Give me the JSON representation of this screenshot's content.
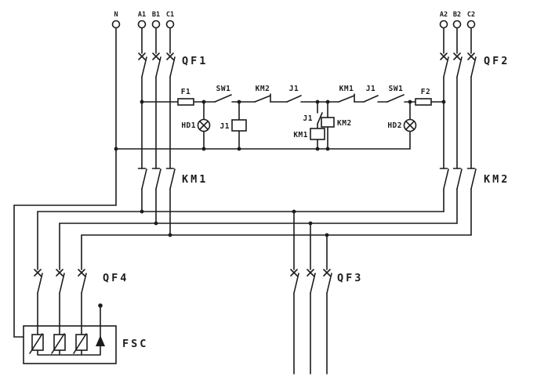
{
  "colors": {
    "line": "#1c1c1c",
    "bg": "#ffffff"
  },
  "terminals": {
    "neutral": "N",
    "source1": [
      "A1",
      "B1",
      "C1"
    ],
    "source2": [
      "A2",
      "B2",
      "C2"
    ]
  },
  "breakers": {
    "qf1": "QF1",
    "qf2": "QF2",
    "qf3": "QF3",
    "qf4": "QF4"
  },
  "contactors": {
    "km1": "KM1",
    "km2": "KM2"
  },
  "control": {
    "fuse1": "F1",
    "switch1": "SW1",
    "km2_interlock": "KM2",
    "j1_contact_left": "J1",
    "km1_interlock": "KM1",
    "j1_contact_right": "J1",
    "switch2": "SW1",
    "fuse2": "F2",
    "lamp1": "HD1",
    "relay_coil": "J1",
    "j1_aux_contact": "J1",
    "km1_coil": "KM1",
    "km2_coil": "KM2",
    "lamp2": "HD2"
  },
  "spd": {
    "label": "FSC"
  }
}
